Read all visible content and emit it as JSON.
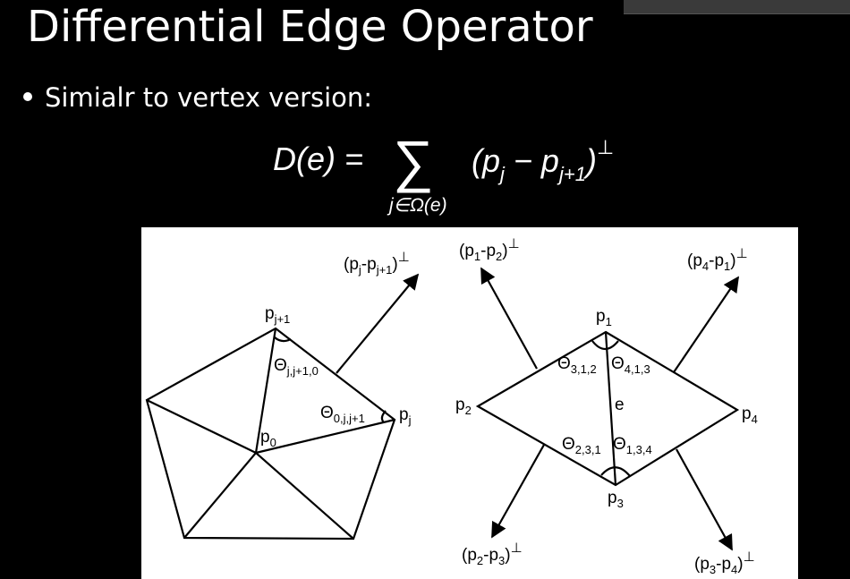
{
  "slide": {
    "title": "Differential Edge Operator",
    "bullet": "Simialr to vertex version:"
  },
  "formula": {
    "lhs": "D(e) =",
    "sigma": "∑",
    "subscript": "j∈Ω(e)",
    "term_open": "(p",
    "term_j": "j",
    "term_minus": " − p",
    "term_j1": "j+1",
    "term_close": ")",
    "perp": "⊥"
  },
  "left_diagram": {
    "label_pj1": "p",
    "label_pj1_sub": "j+1",
    "label_pj": "p",
    "label_pj_sub": "j",
    "label_p0": "p",
    "label_p0_sub": "0",
    "theta_a": "Θ",
    "theta_a_sub": "j,j+1,0",
    "theta_b": "Θ",
    "theta_b_sub": "0,j,j+1",
    "arrow_label_a": "(p",
    "arrow_label_sub1": "j",
    "arrow_label_mid": "-p",
    "arrow_label_sub2": "j+1",
    "arrow_label_end": ")",
    "arrow_label_perp": "⊥"
  },
  "right_diagram": {
    "p1": "p",
    "p1_sub": "1",
    "p2": "p",
    "p2_sub": "2",
    "p3": "p",
    "p3_sub": "3",
    "p4": "p",
    "p4_sub": "4",
    "edge": "e",
    "theta312": "Θ",
    "theta312_sub": "3,1,2",
    "theta413": "Θ",
    "theta413_sub": "4,1,3",
    "theta231": "Θ",
    "theta231_sub": "2,3,1",
    "theta134": "Θ",
    "theta134_sub": "1,3,4",
    "arrow12_a": "(p",
    "arrow12_s1": "1",
    "arrow12_m": "-p",
    "arrow12_s2": "2",
    "arrow12_e": ")",
    "arrow12_perp": "⊥",
    "arrow41_a": "(p",
    "arrow41_s1": "4",
    "arrow41_m": "-p",
    "arrow41_s2": "1",
    "arrow41_e": ")",
    "arrow41_perp": "⊥",
    "arrow23_a": "(p",
    "arrow23_s1": "2",
    "arrow23_m": "-p",
    "arrow23_s2": "3",
    "arrow23_e": ")",
    "arrow23_perp": "⊥",
    "arrow34_a": "(p",
    "arrow34_s1": "3",
    "arrow34_m": "-p",
    "arrow34_s2": "4",
    "arrow34_e": ")",
    "arrow34_perp": "⊥"
  }
}
